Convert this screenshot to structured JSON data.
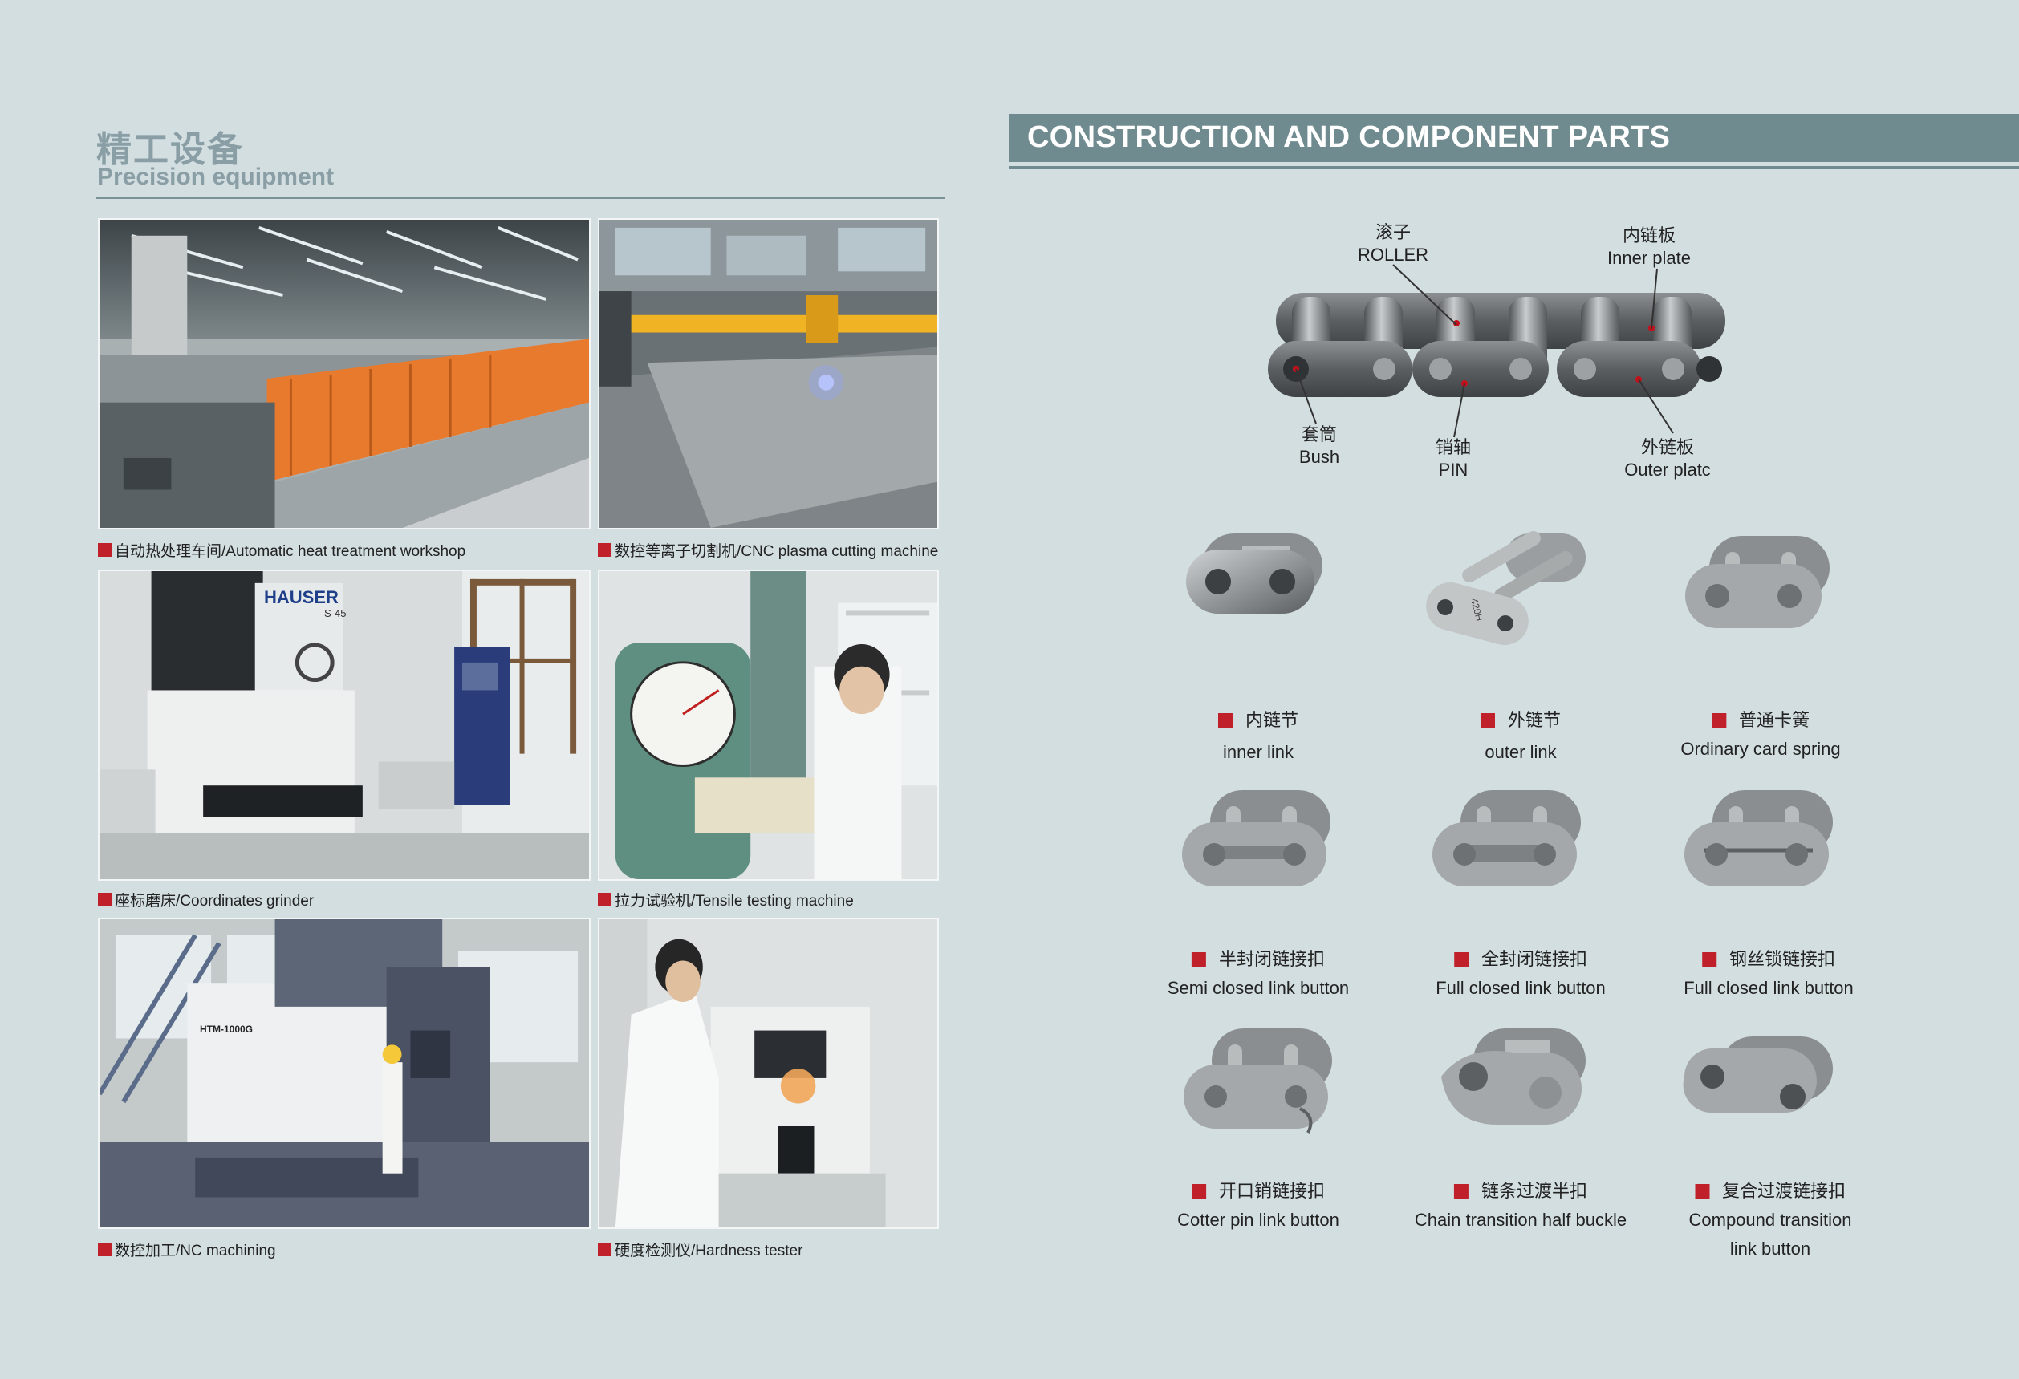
{
  "left": {
    "title_cn": "精工设备",
    "title_en": "Precision equipment",
    "photos": [
      {
        "caption": "自动热处理车间/Automatic heat treatment workshop",
        "icon": "heat-treatment-photo"
      },
      {
        "caption": "数控等离子切割机/CNC plasma cutting machine",
        "icon": "plasma-cutting-photo"
      },
      {
        "caption": "座标磨床/Coordinates grinder",
        "icon": "grinder-photo"
      },
      {
        "caption": "拉力试验机/Tensile testing machine",
        "icon": "tensile-tester-photo"
      },
      {
        "caption": "数控加工/NC machining",
        "icon": "nc-machining-photo"
      },
      {
        "caption": "硬度检测仪/Hardness tester",
        "icon": "hardness-tester-photo"
      }
    ],
    "machine_text": {
      "hauser": "HAUSER",
      "hauser_model": "S-45",
      "htm": "HTM-1000G"
    }
  },
  "right": {
    "banner_title": "CONSTRUCTION AND COMPONENT PARTS",
    "diagram_labels": {
      "roller_cn": "滚子",
      "roller_en": "ROLLER",
      "inner_plate_cn": "内链板",
      "inner_plate_en": "Inner plate",
      "bush_cn": "套筒",
      "bush_en": "Bush",
      "pin_cn": "销轴",
      "pin_en": "PIN",
      "outer_plate_cn": "外链板",
      "outer_plate_en": "Outer platc"
    },
    "parts": [
      {
        "cn": "内链节",
        "en": "inner link"
      },
      {
        "cn": "外链节",
        "en": "outer link"
      },
      {
        "cn": "普通卡簧",
        "en": "Ordinary card spring"
      },
      {
        "cn": "半封闭链接扣",
        "en": "Semi closed link button"
      },
      {
        "cn": "全封闭链接扣",
        "en": "Full closed link button"
      },
      {
        "cn": "钢丝锁链接扣",
        "en": "Full closed link button"
      },
      {
        "cn": "开口销链接扣",
        "en": "Cotter pin link button"
      },
      {
        "cn": "链条过渡半扣",
        "en": "Chain transition half buckle"
      },
      {
        "cn": "复合过渡链接扣",
        "en": "Compound transition",
        "en2": "link button"
      }
    ],
    "outer_link_stamp": "420H"
  },
  "colors": {
    "background": "#d3dee1",
    "banner": "#6f8b8f",
    "title_gray": "#8a9ea5",
    "bullet_red": "#c0202a"
  }
}
